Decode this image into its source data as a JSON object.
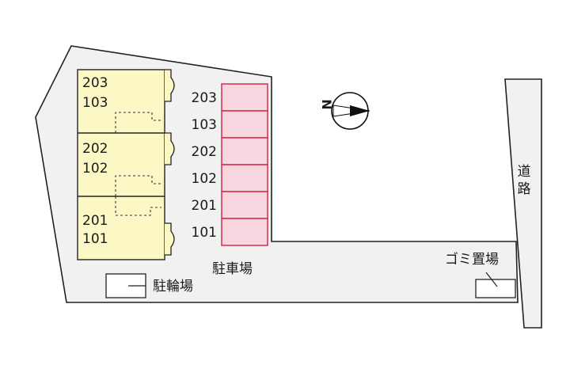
{
  "units": [
    {
      "upper": "203",
      "lower": "103"
    },
    {
      "upper": "202",
      "lower": "102"
    },
    {
      "upper": "201",
      "lower": "101"
    }
  ],
  "parking": {
    "spaces": [
      "203",
      "103",
      "202",
      "102",
      "201",
      "101"
    ],
    "label": "駐車場",
    "fill_color": "#f9d7e0",
    "stroke_color": "#d62040"
  },
  "bicycle_parking": {
    "label": "駐輪場"
  },
  "garbage": {
    "label": "ゴミ置場"
  },
  "road": {
    "label_chars": [
      "道",
      "路"
    ]
  },
  "compass": {
    "letter": "N",
    "icon": "north-arrow-icon"
  },
  "colors": {
    "site": "#f1f1f2",
    "building": "#fcf8c6",
    "outline": "#222222"
  }
}
